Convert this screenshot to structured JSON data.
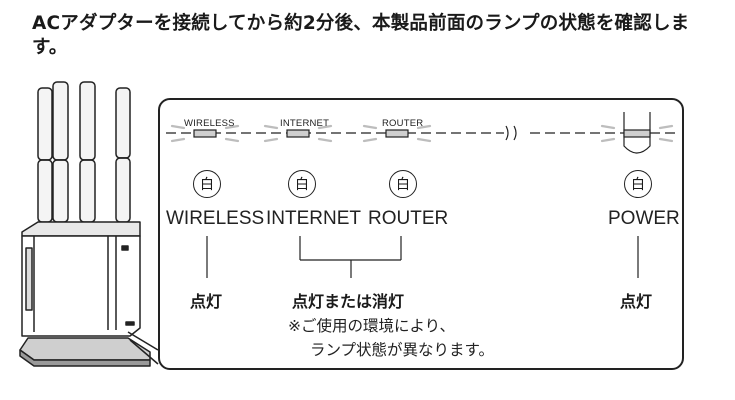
{
  "heading": "ACアダプターを接続してから約2分後、本製品前面のランプの状態を確認します。",
  "panel": {
    "lamp_strip_labels": {
      "wireless": "WIRELESS",
      "internet": "INTERNET",
      "router": "ROUTER"
    },
    "badge_text": "白",
    "lamps": {
      "wireless": "WIRELESS",
      "internet": "INTERNET",
      "router": "ROUTER",
      "power": "POWER"
    },
    "states": {
      "wireless": "点灯",
      "internet_router": "点灯または消灯",
      "power": "点灯"
    },
    "note_line1": "※ご使用の環境により、",
    "note_line2": "ランプ状態が異なります。"
  },
  "colors": {
    "lamp_fill": "#cfcfcf",
    "glow": "#bdbdbd",
    "line": "#222222"
  }
}
